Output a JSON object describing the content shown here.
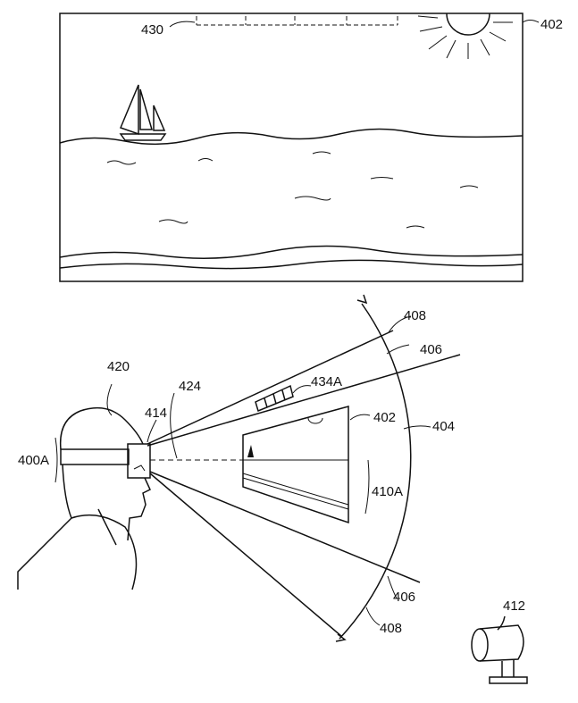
{
  "labels": {
    "top_toolbar": "430",
    "top_display": "402",
    "outer_fov_upper": "408",
    "inner_fov_upper": "406",
    "user": "420",
    "gaze_axis": "424",
    "device": "414",
    "virtual_toolbar": "434A",
    "virtual_display": "402",
    "arc": "404",
    "hmd": "400A",
    "display_height": "410A",
    "inner_fov_lower": "406",
    "outer_fov_lower": "408",
    "projector": "412"
  }
}
